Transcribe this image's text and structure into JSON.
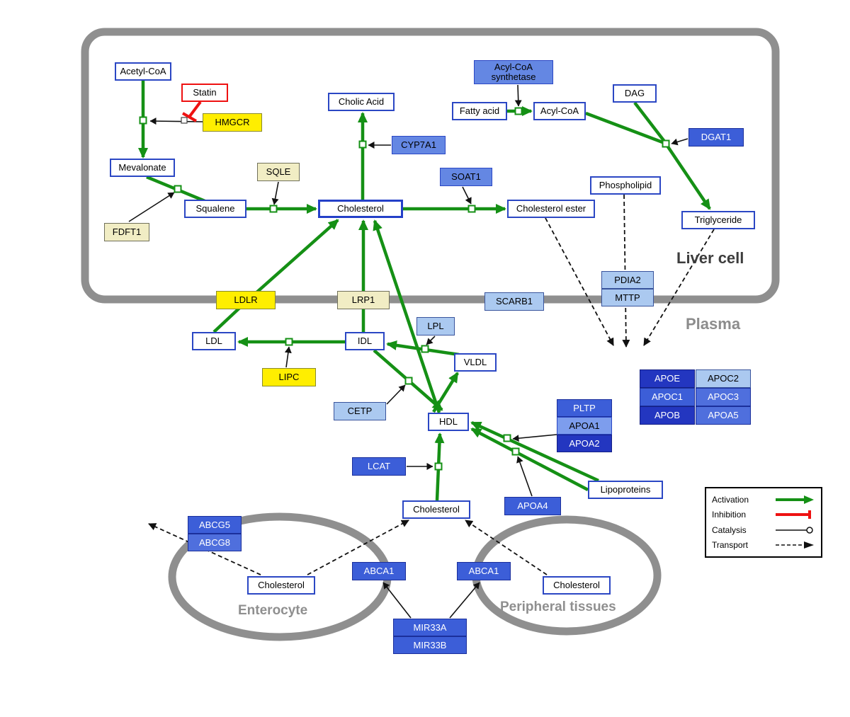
{
  "regions": {
    "liver": "Liver cell",
    "plasma": "Plasma",
    "enterocyte": "Enterocyte",
    "peripheral": "Peripheral tissues"
  },
  "legend": {
    "activation": "Activation",
    "inhibition": "Inhibition",
    "catalysis": "Catalysis",
    "transport": "Transport"
  },
  "colors": {
    "activation_green": "#159015",
    "inhibition_red": "#ee1111",
    "compartment_gray": "#8f8f8f",
    "metabolite_border_blue": "#2b47c4",
    "gene_blue": "#3c5ed8",
    "gene_light_blue": "#abc9f0",
    "gene_yellow": "#ffee00",
    "gene_pale_yellow": "#f1edc4"
  },
  "nodes": {
    "acetyl_coa": "Acetyl-CoA",
    "statin": "Statin",
    "hmgcr": "HMGCR",
    "mevalonate": "Mevalonate",
    "fdft1": "FDFT1",
    "squalene": "Squalene",
    "sqle": "SQLE",
    "cholesterol_liver": "Cholesterol",
    "cholic_acid": "Cholic Acid",
    "cyp7a1": "CYP7A1",
    "acyl_coa_synthetase": "Acyl-CoA synthetase",
    "fatty_acid": "Fatty acid",
    "acyl_coa": "Acyl-CoA",
    "dag": "DAG",
    "dgat1": "DGAT1",
    "soat1": "SOAT1",
    "cholesterol_ester": "Cholesterol ester",
    "phospholipid": "Phospholipid",
    "triglyceride": "Triglyceride",
    "ldlr": "LDLR",
    "lrp1": "LRP1",
    "scarb1": "SCARB1",
    "pdia2": "PDIA2",
    "mttp": "MTTP",
    "ldl": "LDL",
    "idl": "IDL",
    "lpl": "LPL",
    "vldl": "VLDL",
    "lipc": "LIPC",
    "cetp": "CETP",
    "hdl": "HDL",
    "lcat": "LCAT",
    "pltp": "PLTP",
    "apoa1": "APOA1",
    "apoa2": "APOA2",
    "apoa4": "APOA4",
    "lipoproteins": "Lipoproteins",
    "apoe": "APOE",
    "apoc2": "APOC2",
    "apoc1": "APOC1",
    "apoc3": "APOC3",
    "apob": "APOB",
    "apoa5": "APOA5",
    "cholesterol_plasma": "Cholesterol",
    "abcg5": "ABCG5",
    "abcg8": "ABCG8",
    "cholesterol_enterocyte": "Cholesterol",
    "abca1_enterocyte": "ABCA1",
    "abca1_peripheral": "ABCA1",
    "cholesterol_peripheral": "Cholesterol",
    "mir33a": "MIR33A",
    "mir33b": "MIR33B"
  }
}
